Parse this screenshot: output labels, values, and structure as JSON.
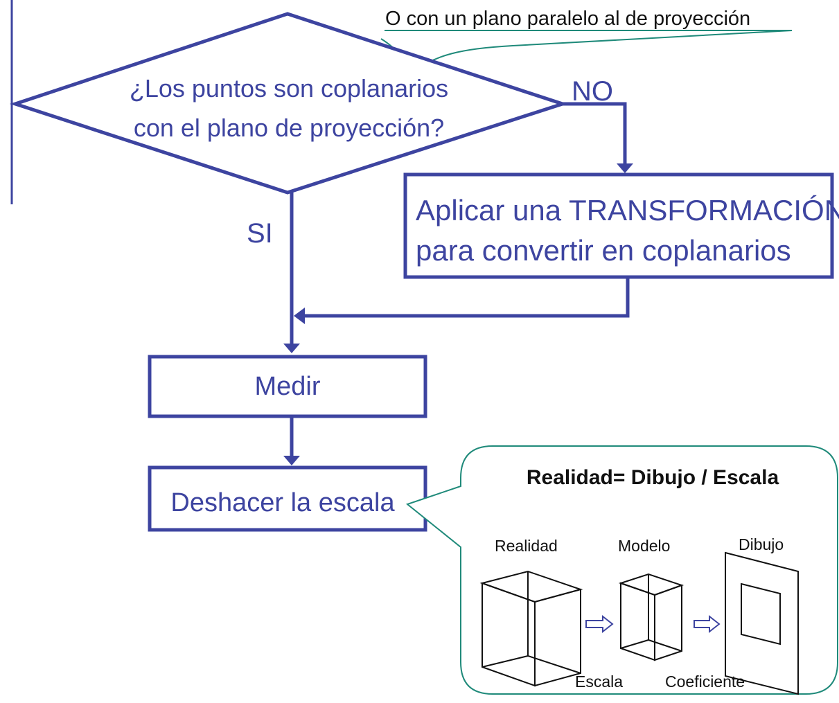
{
  "colors": {
    "flow": "#3d44a0",
    "callout": "#1f8a7a",
    "ink": "#111111"
  },
  "annotation": {
    "text": "O con un plano paralelo al de proyección"
  },
  "decision": {
    "line1": "¿Los puntos son coplanarios",
    "line2": "con el plano de proyección?",
    "no_label": "NO",
    "yes_label": "SI"
  },
  "transform_box": {
    "line1": "Aplicar una TRANSFORMACIÓN",
    "line2": "para convertir en coplanarios"
  },
  "measure_box": {
    "label": "Medir"
  },
  "unscale_box": {
    "label": "Deshacer la escala"
  },
  "callout": {
    "formula": "Realidad= Dibujo / Escala",
    "reality_label": "Realidad",
    "model_label": "Modelo",
    "drawing_label": "Dibujo",
    "scale_label": "Escala",
    "coefficient_label": "Coeficiente"
  }
}
